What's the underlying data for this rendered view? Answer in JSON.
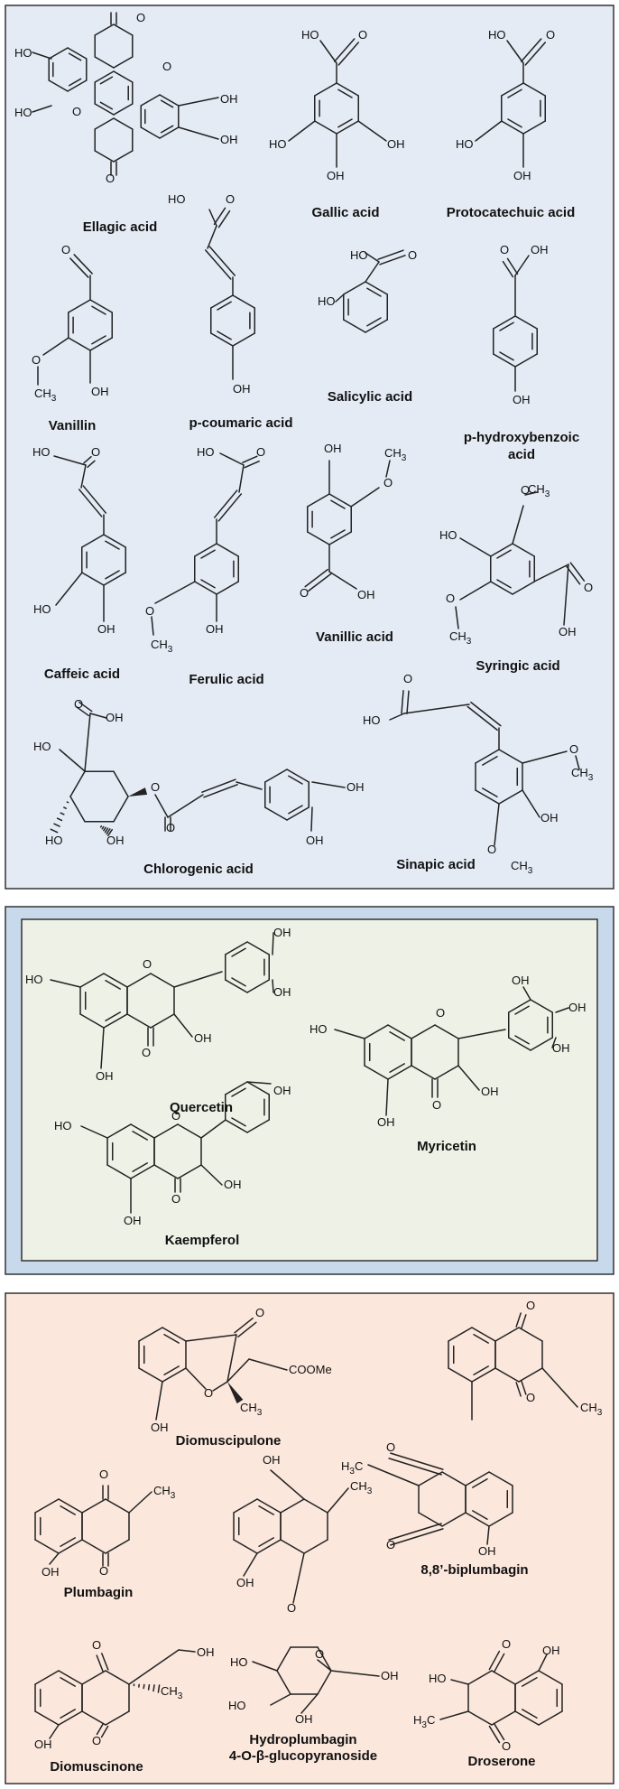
{
  "colors": {
    "panel_phenolic": "#e4ebf5",
    "panel_flavonoid_outer": "#c9d9ec",
    "panel_flavonoid_inner": "#eef2e6",
    "panel_quinone": "#fbe7dc",
    "border": "#333333",
    "bond": "#222222"
  },
  "atoms": {
    "oh": "OH",
    "ho": "HO",
    "o": "O",
    "me": "CH",
    "me_sub": "3",
    "h3c_h": "H",
    "h3c_sub": "3",
    "h3c_c": "C",
    "coome": "COOMe"
  },
  "phenolic_acids": {
    "ellagic": "Ellagic acid",
    "gallic": "Gallic acid",
    "protocatechuic": "Protocatechuic acid",
    "vanillin": "Vanillin",
    "p_coumaric": "p-coumaric acid",
    "salicylic": "Salicylic acid",
    "p_hydroxybenzoic_1": "p-hydroxybenzoic",
    "p_hydroxybenzoic_2": "acid",
    "caffeic": "Caffeic acid",
    "ferulic": "Ferulic acid",
    "vanillic": "Vanillic acid",
    "syringic": "Syringic acid",
    "chlorogenic": "Chlorogenic acid",
    "sinapic": "Sinapic acid"
  },
  "flavonoids": {
    "quercetin": "Quercetin",
    "myricetin": "Myricetin",
    "kaempferol": "Kaempferol"
  },
  "quinones": {
    "diomuscipulone": "Diomuscipulone",
    "biplumbagin": "8,8’-biplumbagin",
    "plumbagin": "Plumbagin",
    "hydroplumbagin_1": "Hydroplumbagin",
    "hydroplumbagin_2": "4-O-β-glucopyranoside",
    "diomuscinone": "Diomuscinone",
    "droserone": "Droserone"
  }
}
